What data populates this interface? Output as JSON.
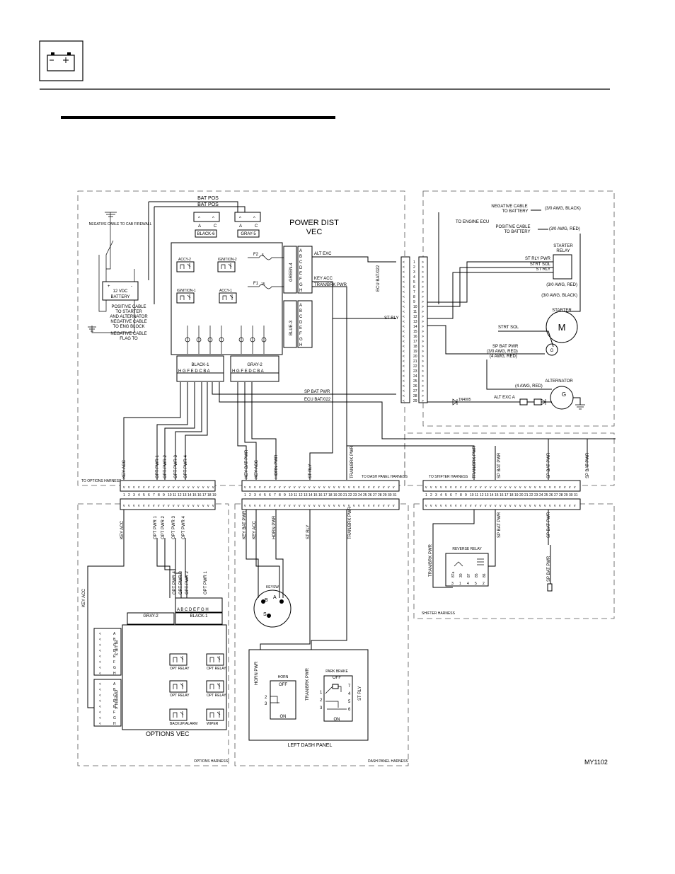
{
  "header": {
    "icon": "battery-icon"
  },
  "diagram_id": "MY1102",
  "power_dist": {
    "title1": "POWER DIST",
    "title2": "VEC",
    "bat_pos_1": "BAT POS",
    "bat_pos_2": "BAT POS",
    "conn_black6": "BLACK-6",
    "conn_gray5": "GRAY-5",
    "conn_green4": "GREEN-4",
    "conn_blue3": "BLUE-3",
    "conn_black1": "BLACK-1",
    "conn_gray2": "GRAY-2",
    "relay_accy2": "ACCY-2",
    "relay_ign2": "IGNITION-2",
    "relay_ign1": "IGNITION-1",
    "relay_accy1": "ACCY-1",
    "fuse_f2": "F2",
    "fuse_f1": "F1",
    "fuse_f2_val": "5",
    "fuse_f1_val": "15",
    "pin_a": "A",
    "pin_c": "C",
    "pins_bottom": "H  G  F  E  D  C  B  A",
    "pins_side": [
      "A",
      "B",
      "C",
      "D",
      "E",
      "F",
      "G",
      "H"
    ],
    "labels": {
      "alt_exc": "ALT EXC",
      "key_acc": "KEY ACC",
      "tran_brk_pwr": "TRAN/BRK PWR",
      "sp_bat_pwr": "SP BAT PWR",
      "ecu_bat": "ECU BAT/022",
      "st_rly": "ST RLY"
    }
  },
  "battery": {
    "neg_cable_cab": "NEGATIVE CABLE TO CAB FIREWALL",
    "label1": "12 VDC",
    "label2": "BATTERY",
    "pos_cable": [
      "POSITIVE CABLE",
      "TO STARTER",
      "AND ALTERNATOR"
    ],
    "neg_cable_eng": [
      "NEGATIVE CABLE",
      "TO ENG BLOCK"
    ],
    "neg_cable_flag": [
      "NEGATIVE CABLE",
      "FLAG TO"
    ]
  },
  "engine": {
    "ecu_title": "ECU BAT/022",
    "neg_batt": [
      "NEGATIVE CABLE",
      "TO BATTERY"
    ],
    "neg_awg": "(3/0 AWG, BLACK)",
    "pos_batt": [
      "POSITIVE CABLE",
      "TO BATTERY"
    ],
    "pos_awg": "(3/0 AWG, RED)",
    "to_ecu": "TO  ENGINE ECU",
    "starter_relay": [
      "STARTER",
      "RELAY"
    ],
    "st_rly_pwr": "ST RLY PWR",
    "strt_sol": "STRT SOL",
    "st_rly": "ST RLY",
    "awg_red": "(3/0 AWG, RED)",
    "awg_black": "(3/0 AWG, BLACK)",
    "starter": "STARTER",
    "motor": "M",
    "strt_sol2": "STRT SOL",
    "sp_bat_pwr": "SP BAT PWR",
    "awg_red2": "(3/0 AWG, RED)",
    "awg_red4": "(4 AWG, RED)",
    "alternator": "ALTERNATOR",
    "awg_red4b": "(4 AWG, RED)",
    "alt_exc_a": "ALT EXC A",
    "gen": "G",
    "diode": "1N4005",
    "conn_pins": [
      "1",
      "2",
      "3",
      "4",
      "5",
      "6",
      "7",
      "8",
      "9",
      "10",
      "11",
      "12",
      "13",
      "14",
      "15",
      "16",
      "17",
      "18",
      "19",
      "20",
      "21",
      "22",
      "23",
      "24",
      "25",
      "26",
      "27",
      "28",
      "29"
    ],
    "ecu_st_rly": "ST RLY"
  },
  "harness_top": {
    "options_label": "TO OPTIONS HARNESS",
    "dash_label": "TO DASH PANEL HARNESS",
    "shifter_label": "TO SHIFTER HARNESS",
    "options_wires": [
      "KEY ACC",
      "OPT PWR 1",
      "OPT PWR 2",
      "OPT PWR 3",
      "OPT PWR 4"
    ],
    "dash_wires": [
      "KEY BAT PWR",
      "KEY ACC",
      "HORN PWR",
      "ST RLY",
      "TRAN/BRK PWR"
    ],
    "shifter_wires": [
      "TRAN/BRK PWR",
      "SP BAT PWR",
      "SP BAT PWR",
      "SP BAT PWR"
    ],
    "pins19": [
      "1",
      "2",
      "3",
      "4",
      "5",
      "6",
      "7",
      "8",
      "9",
      "10",
      "11",
      "12",
      "13",
      "14",
      "15",
      "16",
      "17",
      "18",
      "19"
    ],
    "pins31": [
      "1",
      "2",
      "3",
      "4",
      "5",
      "6",
      "7",
      "8",
      "9",
      "10",
      "11",
      "12",
      "13",
      "14",
      "15",
      "16",
      "17",
      "18",
      "19",
      "20",
      "21",
      "22",
      "23",
      "24",
      "25",
      "26",
      "27",
      "28",
      "29",
      "30",
      "31"
    ]
  },
  "options": {
    "title": "OPTIONS VEC",
    "harness": "OPTIONS HARNESS",
    "key_acc": "KEY ACC",
    "wires": [
      "KEY ACC",
      "OPT PWR 1",
      "OPT PWR 2",
      "OPT PWR 3",
      "OPT PWR 4"
    ],
    "wires_low": [
      "OPT PWR 4",
      "OPT PWR 3",
      "OPT PWR 2",
      "OPT PWR 1"
    ],
    "conn_gray2": "GRAY-2",
    "conn_black1": "BLACK-1",
    "conn_blue3": "BLUE-3",
    "conn_green4": "GREEN-4",
    "pins_abc": "A  B  C  D  E  F  G  H",
    "relays": [
      "OPT RELAY",
      "OPT RELAY",
      "OPT RELAY",
      "OPT RELAY",
      "BACKUP/ALARM",
      "WIPER"
    ]
  },
  "dash": {
    "title": "LEFT DASH PANEL",
    "harness": "DASH PANEL HARNESS",
    "wires": [
      "KEY BAT PWR",
      "KEY ACC",
      "HORN PWR",
      "ST RLY",
      "TRAN/BRK PWR"
    ],
    "keyswitch": "KEYSW",
    "key_b": "B",
    "key_a": "A",
    "key_s": "S",
    "horn_pwr": "HORN PWR",
    "horn": "HORN",
    "horn_off": "OFF",
    "horn_on": "ON",
    "horn_2": "2",
    "horn_3": "3",
    "tran_brk": "TRAN/BRK PWR",
    "park_brake": "PARK BRAKE",
    "pb_off": "OFF",
    "pb_on": "ON",
    "st_rly": "ST RLY",
    "pb_pins_left": [
      "1",
      "2",
      "3"
    ],
    "pb_pins_right": [
      "7",
      "4",
      "5",
      "6"
    ]
  },
  "shifter": {
    "harness": "SHIFTER HARNESS",
    "tran_brk": "TRAN/BRK PWR",
    "sp_bat_pwr1": "SP BAT PWR",
    "sp_bat_pwr2": "SP BAT PWR",
    "sp_bat_pwr3": "SP BAT PWR",
    "reverse_relay": "REVERSE RELAY",
    "relay_pins": [
      "3",
      "1",
      "4",
      "5",
      "2"
    ],
    "relay_marks": [
      "87a",
      "30",
      "87",
      "85",
      "86"
    ]
  }
}
